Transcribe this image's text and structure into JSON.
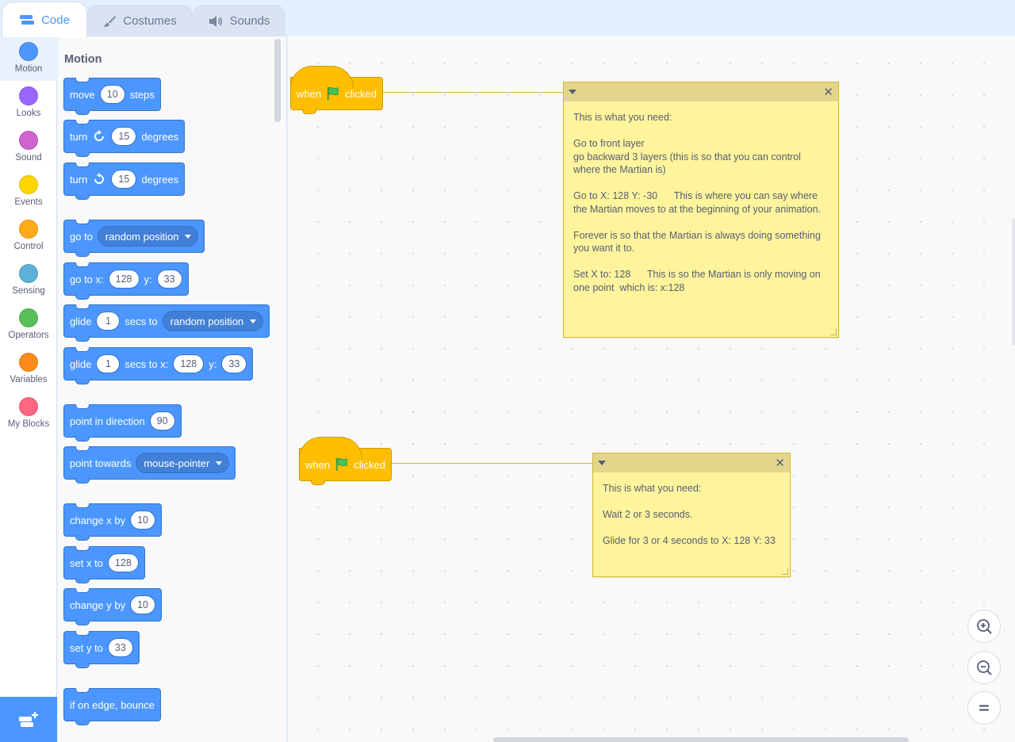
{
  "tabs": {
    "code": "Code",
    "costumes": "Costumes",
    "sounds": "Sounds"
  },
  "categories": [
    {
      "label": "Motion",
      "color": "#4c97ff"
    },
    {
      "label": "Looks",
      "color": "#9966ff"
    },
    {
      "label": "Sound",
      "color": "#cf63cf"
    },
    {
      "label": "Events",
      "color": "#ffd500"
    },
    {
      "label": "Control",
      "color": "#ffab19"
    },
    {
      "label": "Sensing",
      "color": "#5cb1d6"
    },
    {
      "label": "Operators",
      "color": "#59c059"
    },
    {
      "label": "Variables",
      "color": "#ff8c1a"
    },
    {
      "label": "My Blocks",
      "color": "#ff6680"
    }
  ],
  "palette": {
    "title": "Motion",
    "move": {
      "pre": "move",
      "value": "10",
      "post": "steps"
    },
    "turn_right": {
      "pre": "turn",
      "value": "15",
      "post": "degrees"
    },
    "turn_left": {
      "pre": "turn",
      "value": "15",
      "post": "degrees"
    },
    "go_to": {
      "pre": "go to",
      "option": "random position"
    },
    "go_to_xy": {
      "pre": "go to x:",
      "x": "128",
      "ylabel": "y:",
      "y": "33"
    },
    "glide_to": {
      "pre": "glide",
      "secs": "1",
      "mid": "secs to",
      "option": "random position"
    },
    "glide_xy": {
      "pre": "glide",
      "secs": "1",
      "mid": "secs to x:",
      "x": "128",
      "ylabel": "y:",
      "y": "33"
    },
    "point_dir": {
      "pre": "point in direction",
      "value": "90"
    },
    "point_towards": {
      "pre": "point towards",
      "option": "mouse-pointer"
    },
    "change_x": {
      "pre": "change x by",
      "value": "10"
    },
    "set_x": {
      "pre": "set x to",
      "value": "128"
    },
    "change_y": {
      "pre": "change y by",
      "value": "10"
    },
    "set_y": {
      "pre": "set y to",
      "value": "33"
    },
    "bounce": {
      "label": "if on edge, bounce"
    }
  },
  "workspace": {
    "hat1": {
      "when": "when",
      "clicked": "clicked"
    },
    "hat2": {
      "when": "when",
      "clicked": "clicked"
    },
    "note1": "This is what you need:\n\nGo to front layer\ngo backward 3 layers (this is so that you can control where the Martian is)\n\nGo to X: 128 Y: -30      This is where you can say where the Martian moves to at the beginning of your animation.\n\nForever is so that the Martian is always doing something you want it to.\n\nSet X to: 128      This is so the Martian is only moving on one point  which is: x:128",
    "note2": "This is what you need:\n\nWait 2 or 3 seconds.\n\nGlide for 3 or 4 seconds to X: 128 Y: 33"
  }
}
